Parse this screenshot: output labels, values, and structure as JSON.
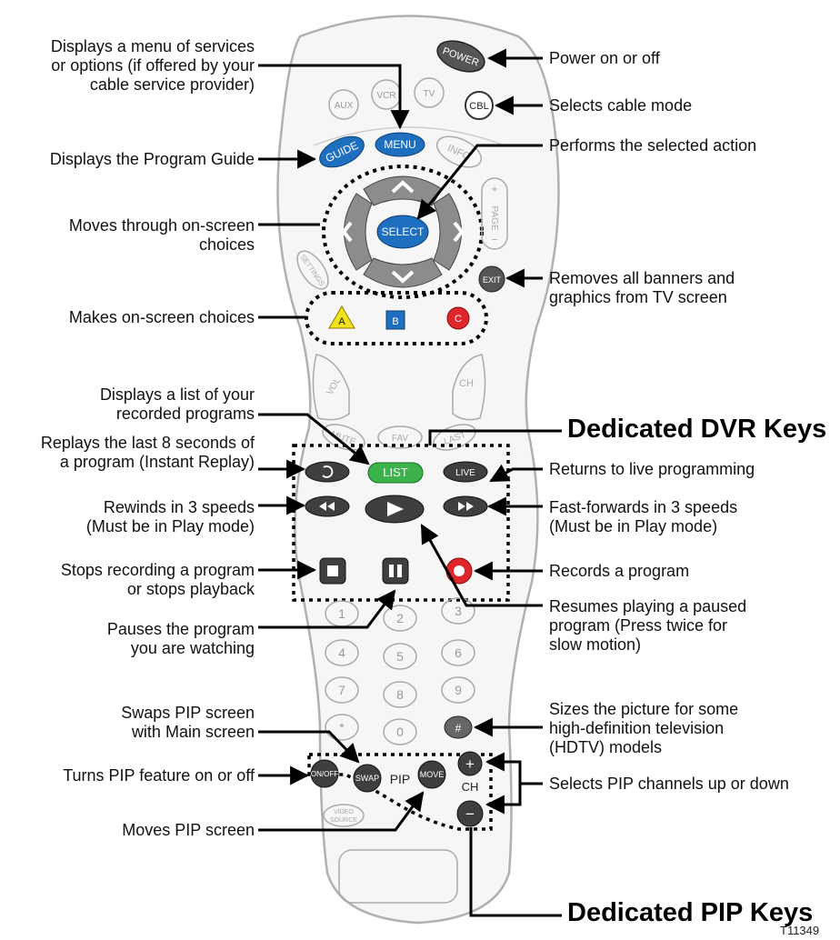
{
  "remote_buttons": {
    "power": "POWER",
    "aux": "AUX",
    "vcr": "VCR",
    "tv": "TV",
    "cbl": "CBL",
    "guide": "GUIDE",
    "menu": "MENU",
    "info": "INFO",
    "page": "PAGE",
    "select": "SELECT",
    "settings": "SETTINGS",
    "exit": "EXIT",
    "a": "A",
    "b": "B",
    "c": "C",
    "vol": "VOL",
    "ch": "CH",
    "mute": "MUTE",
    "fav": "FAV",
    "last": "LAST",
    "list": "LIST",
    "live": "LIVE",
    "digits": [
      "1",
      "2",
      "3",
      "4",
      "5",
      "6",
      "7",
      "8",
      "9",
      "*",
      "0",
      "#"
    ],
    "on_off": "ON/OFF",
    "swap": "SWAP",
    "pip": "PIP",
    "move": "MOVE",
    "pip_ch": "CH",
    "video": "VIDEO",
    "source": "SOURCE",
    "plus": "+",
    "minus": "−"
  },
  "labels": {
    "menu": "Displays a menu of services\nor options (if offered by your\ncable service provider)",
    "guide": "Displays the Program Guide",
    "nav": "Moves through on-screen\nchoices",
    "abc": "Makes on-screen choices",
    "list": "Displays a list of your\nrecorded programs",
    "replay": "Replays the last 8 seconds of\na program (Instant Replay)",
    "rewind": "Rewinds in 3 speeds\n(Must be in Play mode)",
    "stop": "Stops recording a program\nor stops playback",
    "pause": "Pauses the program\nyou are watching",
    "swap": "Swaps PIP screen\nwith Main screen",
    "onoff": "Turns PIP feature on or off",
    "move": "Moves PIP screen",
    "power": "Power on or off",
    "cbl": "Selects cable mode",
    "select": "Performs the selected action",
    "exit": "Removes all banners and\ngraphics from TV screen",
    "live": "Returns to live programming",
    "ff": "Fast-forwards in 3 speeds\n(Must be in Play mode)",
    "record": "Records a program",
    "play": "Resumes playing a paused\nprogram (Press twice for\nslow motion)",
    "hash": "Sizes the picture for some\nhigh-definition television\n(HDTV) models",
    "pipch": "Selects PIP channels up or down"
  },
  "headings": {
    "dvr": "Dedicated DVR Keys",
    "pip": "Dedicated PIP Keys"
  },
  "figure_code": "T11349",
  "colors": {
    "blue": "#1e6fc0",
    "green": "#3bb34a",
    "red": "#e0262b",
    "yellow": "#f2e21c",
    "dark": "#3f3f3f",
    "gray": "#a6a6a6"
  }
}
